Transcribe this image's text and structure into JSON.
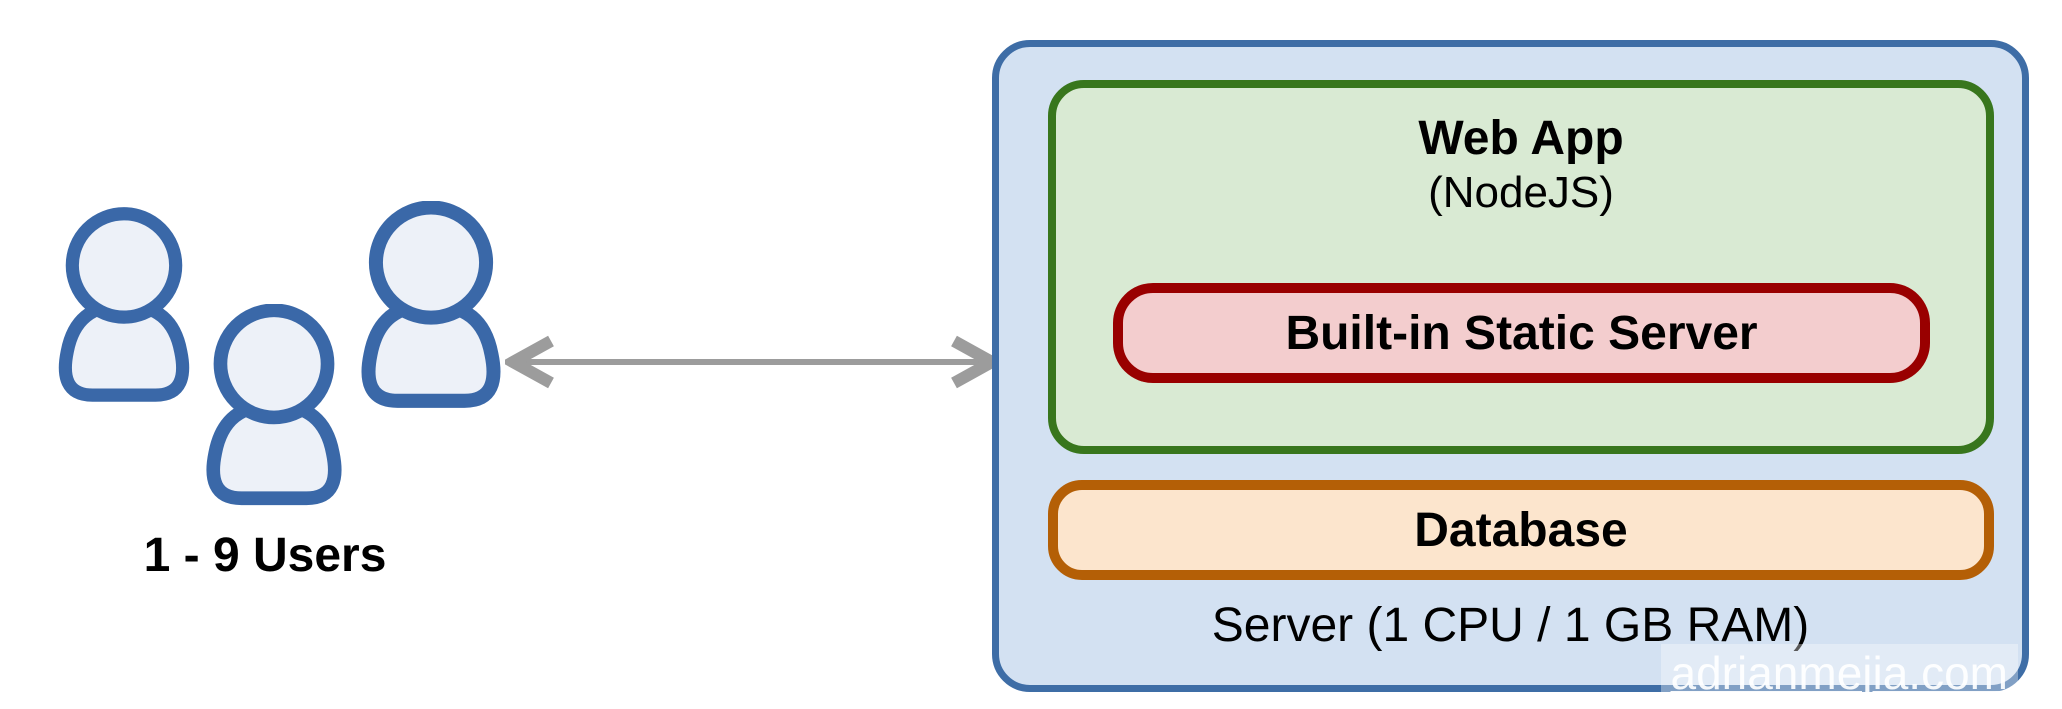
{
  "users": {
    "label": "1 - 9 Users",
    "count": 3,
    "icon": "user-icon",
    "icon_stroke": "#3A68A8",
    "icon_fill": "#EDF1F8"
  },
  "arrow": {
    "type": "double-headed",
    "color": "#9C9C9C"
  },
  "server": {
    "label": "Server (1 CPU / 1 GB RAM)",
    "fill": "#D3E1F2",
    "border": "#3E6DA6",
    "web_app": {
      "title": "Web App",
      "subtitle": "(NodeJS)",
      "fill": "#D9EAD3",
      "border": "#38761D",
      "static_server": {
        "label": "Built-in Static Server",
        "fill": "#F3CDCE",
        "border": "#990000"
      }
    },
    "database": {
      "label": "Database",
      "fill": "#FCE5CD",
      "border": "#B45F06"
    }
  },
  "watermark": "adrianmejia.com"
}
